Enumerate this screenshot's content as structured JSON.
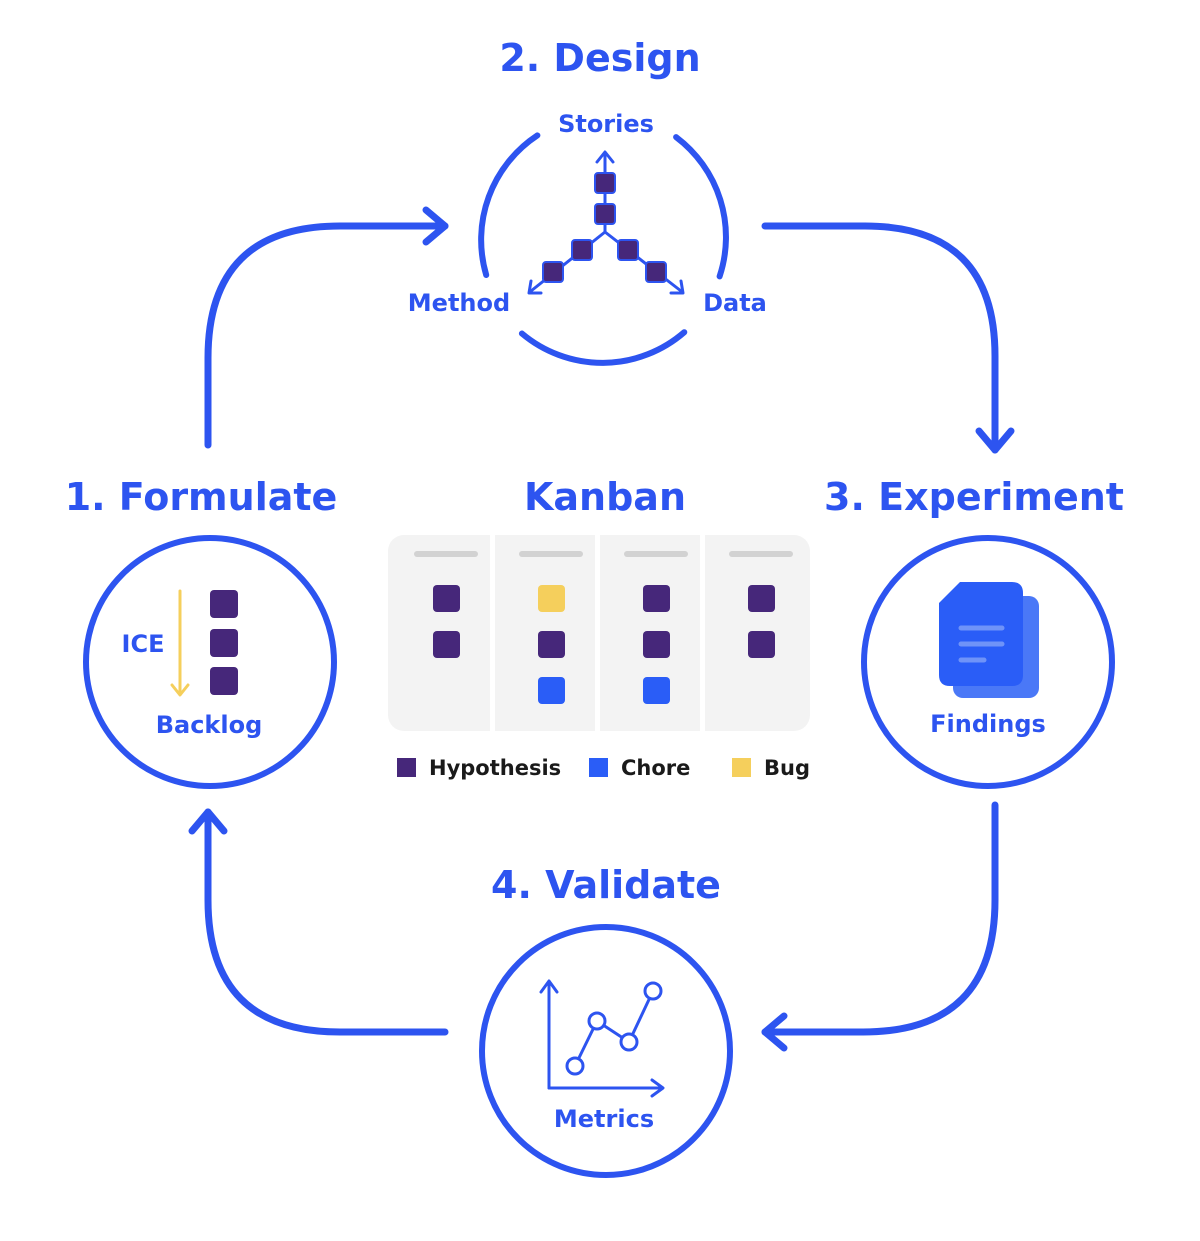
{
  "colors": {
    "accent": "#2d54f0",
    "hypothesis": "#46277a",
    "chore": "#2a5df7",
    "bug": "#f5cf5c",
    "board_bg": "#f3f3f3",
    "header_bar": "#d2d2d2",
    "ice_arrow": "#f5cf5c",
    "doc_front": "#2a5df7",
    "doc_back": "#4a78f7",
    "doc_lines": "#6f93f8"
  },
  "steps": {
    "design": {
      "title": "2. Design",
      "stories_label": "Stories",
      "method_label": "Method",
      "data_label": "Data"
    },
    "formulate": {
      "title": "1. Formulate",
      "ice_label": "ICE",
      "backlog_label": "Backlog"
    },
    "experiment": {
      "title": "3. Experiment",
      "findings_label": "Findings",
      "icon": "document-icon"
    },
    "validate": {
      "title": "4. Validate",
      "metrics_label": "Metrics",
      "icon": "line-chart-icon"
    }
  },
  "kanban": {
    "title": "Kanban",
    "columns": [
      [
        "hypothesis",
        "hypothesis"
      ],
      [
        "bug",
        "hypothesis",
        "chore"
      ],
      [
        "hypothesis",
        "hypothesis",
        "chore"
      ],
      [
        "hypothesis",
        "hypothesis"
      ]
    ],
    "legend": [
      {
        "key": "hypothesis",
        "label": "Hypothesis"
      },
      {
        "key": "chore",
        "label": "Chore"
      },
      {
        "key": "bug",
        "label": "Bug"
      }
    ]
  }
}
